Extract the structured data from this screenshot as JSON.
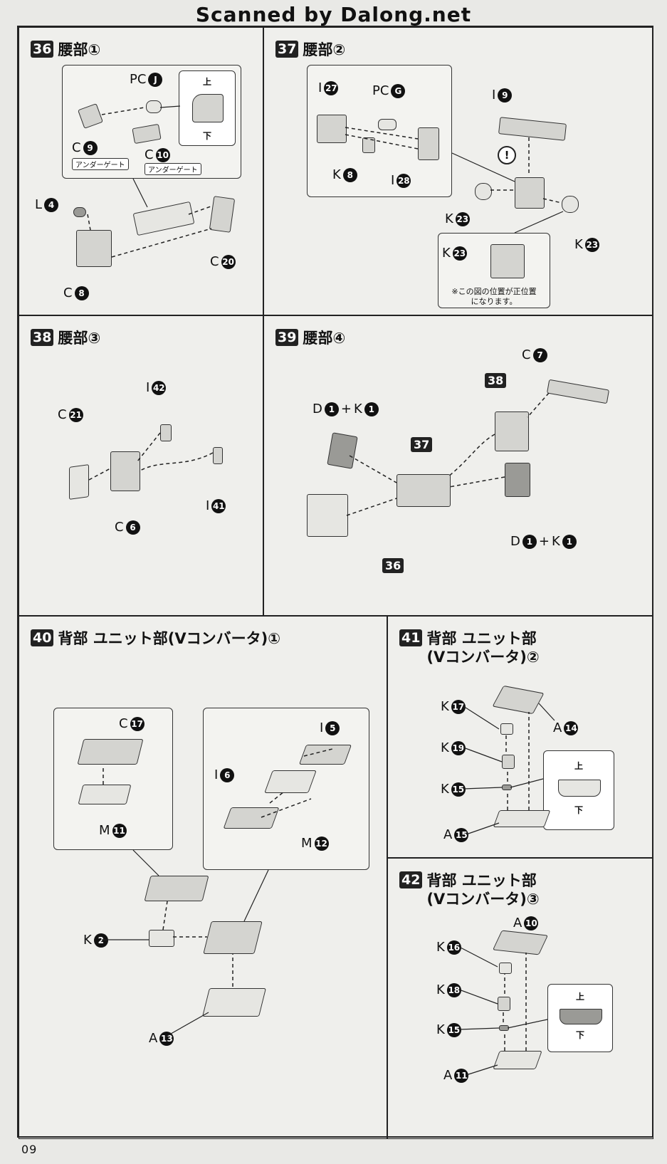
{
  "watermark": "Scanned by Dalong.net",
  "page_number": "09",
  "steps": {
    "s36": {
      "num": "36",
      "title": "腰部①",
      "labels": {
        "pcj_prefix": "PC",
        "pcj_badge": "J",
        "c9_prefix": "C",
        "c9_badge": "9",
        "c10_prefix": "C",
        "c10_badge": "10",
        "note_a": "アンダーゲート",
        "note_b": "アンダーゲート",
        "up": "上",
        "down": "下",
        "l4_prefix": "L",
        "l4_badge": "4",
        "c20_prefix": "C",
        "c20_badge": "20",
        "c8_prefix": "C",
        "c8_badge": "8"
      }
    },
    "s37": {
      "num": "37",
      "title": "腰部②",
      "labels": {
        "i27_prefix": "I",
        "i27_badge": "27",
        "pcg_prefix": "PC",
        "pcg_badge": "G",
        "k8_prefix": "K",
        "k8_badge": "8",
        "i28_prefix": "I",
        "i28_badge": "28",
        "i9_prefix": "I",
        "i9_badge": "9",
        "excl": "!",
        "k23a_prefix": "K",
        "k23a_badge": "23",
        "k23b_prefix": "K",
        "k23b_badge": "23",
        "k23c_prefix": "K",
        "k23c_badge": "23",
        "position_note": "※この図の位置が正位置\nになります。"
      }
    },
    "s38": {
      "num": "38",
      "title": "腰部③",
      "labels": {
        "i42_prefix": "I",
        "i42_badge": "42",
        "c21_prefix": "C",
        "c21_badge": "21",
        "i41_prefix": "I",
        "i41_badge": "41",
        "c6_prefix": "C",
        "c6_badge": "6"
      }
    },
    "s39": {
      "num": "39",
      "title": "腰部④",
      "labels": {
        "c7_prefix": "C",
        "c7_badge": "7",
        "ref38": "38",
        "ref37": "37",
        "ref36": "36",
        "dk_top_d": "D",
        "dk_top_d_badge": "1",
        "dk_top_plus": "+",
        "dk_top_k": "K",
        "dk_top_k_badge": "1",
        "dk_bot_d": "D",
        "dk_bot_d_badge": "1",
        "dk_bot_plus": "+",
        "dk_bot_k": "K",
        "dk_bot_k_badge": "1"
      }
    },
    "s40": {
      "num": "40",
      "title": "背部 ユニット部(Vコンバータ)①",
      "labels": {
        "c17_prefix": "C",
        "c17_badge": "17",
        "m11_prefix": "M",
        "m11_badge": "11",
        "i5_prefix": "I",
        "i5_badge": "5",
        "i6_prefix": "I",
        "i6_badge": "6",
        "m12_prefix": "M",
        "m12_badge": "12",
        "k2_prefix": "K",
        "k2_badge": "2",
        "a13_prefix": "A",
        "a13_badge": "13"
      }
    },
    "s41": {
      "num": "41",
      "title": "背部 ユニット部\n(Vコンバータ)②",
      "labels": {
        "k17_prefix": "K",
        "k17_badge": "17",
        "a14_prefix": "A",
        "a14_badge": "14",
        "k19_prefix": "K",
        "k19_badge": "19",
        "k15_prefix": "K",
        "k15_badge": "15",
        "a15_prefix": "A",
        "a15_badge": "15",
        "up": "上",
        "down": "下"
      }
    },
    "s42": {
      "num": "42",
      "title": "背部 ユニット部\n(Vコンバータ)③",
      "labels": {
        "a10_prefix": "A",
        "a10_badge": "10",
        "k16_prefix": "K",
        "k16_badge": "16",
        "k18_prefix": "K",
        "k18_badge": "18",
        "k15_prefix": "K",
        "k15_badge": "15",
        "a11_prefix": "A",
        "a11_badge": "11",
        "up": "上",
        "down": "下"
      }
    }
  }
}
